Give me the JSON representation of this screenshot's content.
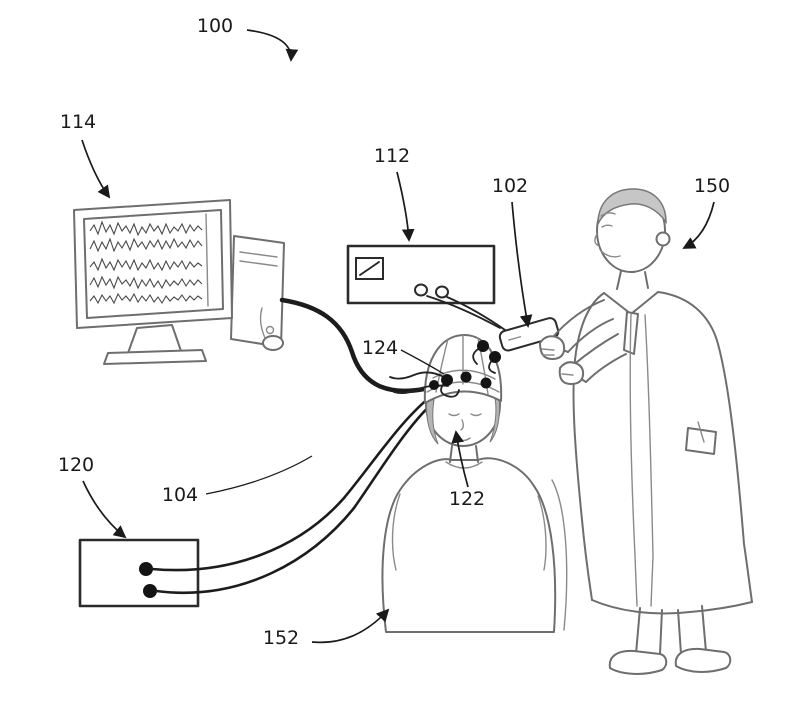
{
  "labels": {
    "n100": "100",
    "n102": "102",
    "n104": "104",
    "n112": "112",
    "n114": "114",
    "n120": "120",
    "n122": "122",
    "n124": "124",
    "n150": "150",
    "n152": "152"
  },
  "colors": {
    "background": "#ffffff",
    "ink": "#1a1a1a",
    "line": "#6e6e6e"
  }
}
